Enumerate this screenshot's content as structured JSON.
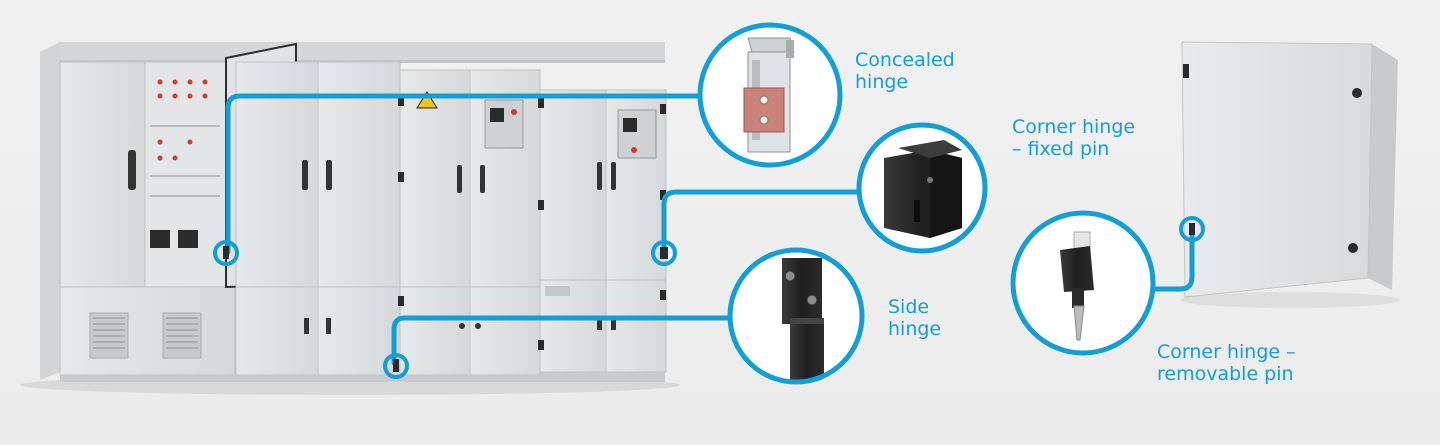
{
  "colors": {
    "accent": "#129ed7",
    "background": "#efefef",
    "cabinet": "#dcdedf",
    "hinge_dark": "#242424"
  },
  "callouts": [
    {
      "id": "concealed-hinge",
      "lines": [
        "Concealed",
        "hinge"
      ]
    },
    {
      "id": "corner-hinge-fixed-pin",
      "lines": [
        "Corner hinge",
        "– fixed pin"
      ]
    },
    {
      "id": "side-hinge",
      "lines": [
        "Side",
        "hinge"
      ]
    },
    {
      "id": "corner-hinge-removable-pin",
      "lines": [
        "Corner hinge –",
        "removable pin"
      ]
    }
  ]
}
